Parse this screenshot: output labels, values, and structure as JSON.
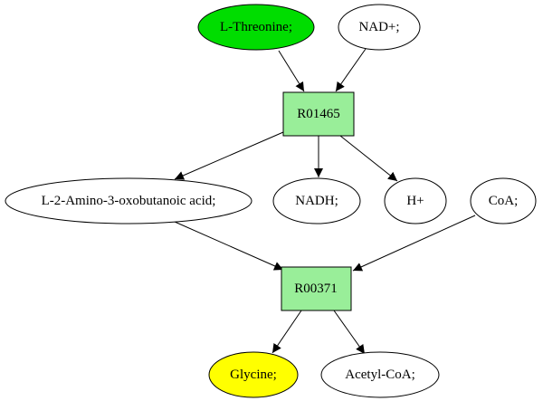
{
  "colors": {
    "substrate_fill": "#00dd00",
    "product_fill": "#ffff00",
    "compound_fill": "#ffffff",
    "reaction_fill": "#99ee99"
  },
  "compounds": {
    "threonine": "L-Threonine;",
    "nad": "NAD+;",
    "amino_oxobutanoate": "L-2-Amino-3-oxobutanoic acid;",
    "nadh": "NADH;",
    "h_plus": "H+",
    "coa": "CoA;",
    "glycine": "Glycine;",
    "acetyl_coa": "Acetyl-CoA;"
  },
  "reactions": {
    "r1": "R01465",
    "r2": "R00371"
  },
  "edges": [
    {
      "from": "threonine",
      "to": "r1"
    },
    {
      "from": "nad",
      "to": "r1"
    },
    {
      "from": "r1",
      "to": "amino_oxobutanoate"
    },
    {
      "from": "r1",
      "to": "nadh"
    },
    {
      "from": "r1",
      "to": "h_plus"
    },
    {
      "from": "amino_oxobutanoate",
      "to": "r2"
    },
    {
      "from": "coa",
      "to": "r2"
    },
    {
      "from": "r2",
      "to": "glycine"
    },
    {
      "from": "r2",
      "to": "acetyl_coa"
    }
  ]
}
